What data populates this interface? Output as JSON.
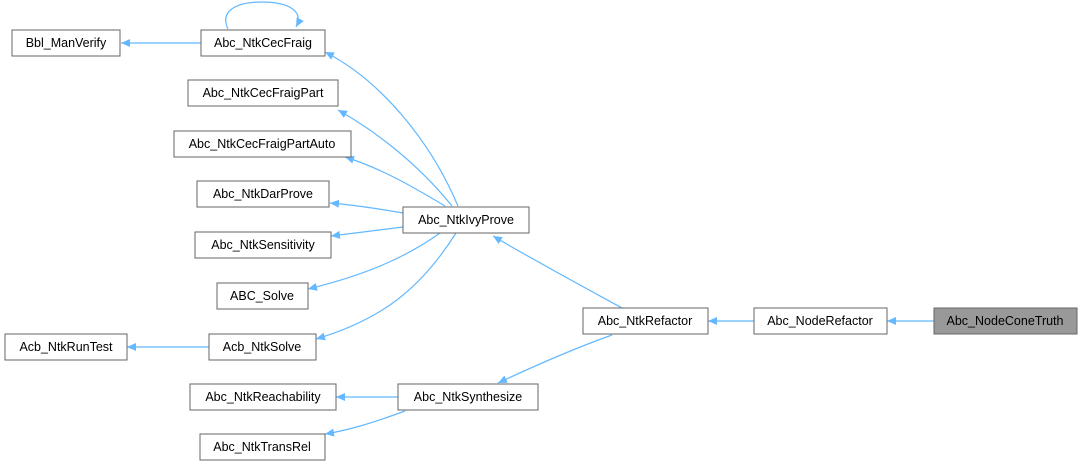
{
  "nodes": {
    "bbl_manverify": "Bbl_ManVerify",
    "abc_ntkcecfraig": "Abc_NtkCecFraig",
    "abc_ntkcecfraigpart": "Abc_NtkCecFraigPart",
    "abc_ntkcecfraigpartauto": "Abc_NtkCecFraigPartAuto",
    "abc_ntkdarprove": "Abc_NtkDarProve",
    "abc_ntksensitivity": "Abc_NtkSensitivity",
    "abc_solve": "ABC_Solve",
    "acb_ntkruntest": "Acb_NtkRunTest",
    "acb_ntksolve": "Acb_NtkSolve",
    "abc_ntkivyprove": "Abc_NtkIvyProve",
    "abc_ntkrefactor": "Abc_NtkRefactor",
    "abc_noderefactor": "Abc_NodeRefactor",
    "abc_nodeconetruth": "Abc_NodeConeTruth",
    "abc_ntkreachability": "Abc_NtkReachability",
    "abc_ntksynthesize": "Abc_NtkSynthesize",
    "abc_ntktransrel": "Abc_NtkTransRel"
  },
  "colors": {
    "edge": "#63b8ff",
    "node_border": "#666666",
    "focus_fill": "#999999"
  }
}
